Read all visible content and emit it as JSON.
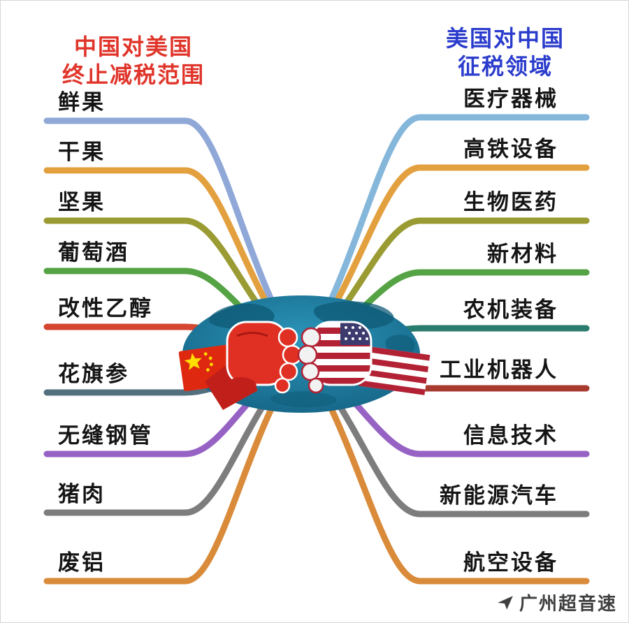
{
  "titles": {
    "left": {
      "line1": "中国对美国",
      "line2": "终止减税范围"
    },
    "right": {
      "line1": "美国对中国",
      "line2": "征税领域"
    }
  },
  "left_branch": {
    "items": [
      {
        "label": "鲜果",
        "color": "#8fa8d8"
      },
      {
        "label": "干果",
        "color": "#e3a03f"
      },
      {
        "label": "坚果",
        "color": "#9b9b33"
      },
      {
        "label": "葡萄酒",
        "color": "#55a344"
      },
      {
        "label": "改性乙醇",
        "color": "#d5452f"
      },
      {
        "label": "花旗参",
        "color": "#54707e"
      },
      {
        "label": "无缝钢管",
        "color": "#9663c4"
      },
      {
        "label": "猪肉",
        "color": "#7d7d7d"
      },
      {
        "label": "废铝",
        "color": "#d98b3a"
      }
    ]
  },
  "right_branch": {
    "items": [
      {
        "label": "医疗器械",
        "color": "#85b7db"
      },
      {
        "label": "高铁设备",
        "color": "#e3a03f"
      },
      {
        "label": "生物医药",
        "color": "#9b9b33"
      },
      {
        "label": "新材料",
        "color": "#55a344"
      },
      {
        "label": "农机装备",
        "color": "#2a7d6e"
      },
      {
        "label": "工业机器人",
        "color": "#a83a30"
      },
      {
        "label": "信息技术",
        "color": "#9663c4"
      },
      {
        "label": "新能源汽车",
        "color": "#7d7d7d"
      },
      {
        "label": "航空设备",
        "color": "#d98b3a"
      }
    ]
  },
  "watermark": {
    "text": "广州超音速",
    "icon": "paper-plane-icon"
  },
  "colors": {
    "title_left": "#e0352b",
    "title_right": "#2b3ccc",
    "label": "#151515",
    "globe_sea": "#1d82a8",
    "globe_land": "#0d5a75",
    "china_red": "#de2910",
    "china_star": "#ffde00",
    "usa_red": "#b22234",
    "usa_blue": "#3c3b6e"
  }
}
